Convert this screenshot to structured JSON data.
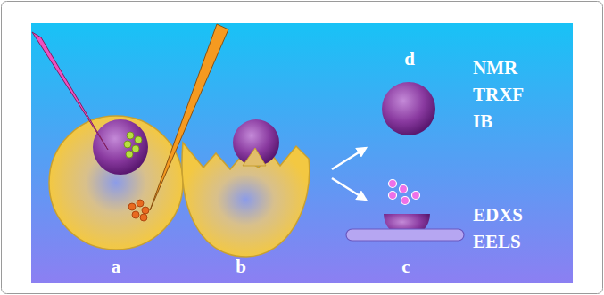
{
  "diagram": {
    "labels": [
      "d",
      "NMR",
      "TRXF",
      "IB",
      "EDXS",
      "EELS",
      "a",
      "b",
      "c"
    ]
  }
}
